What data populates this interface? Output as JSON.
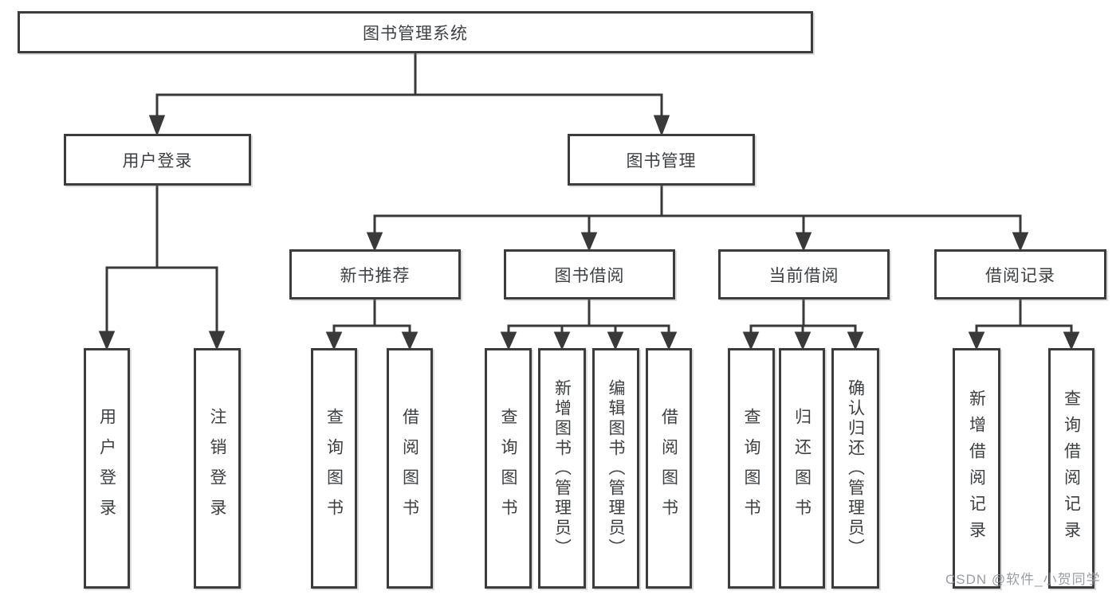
{
  "diagram": {
    "root": "图书管理系统",
    "branches": [
      {
        "label": "用户登录",
        "leaves": [
          "用户登录",
          "注销登录"
        ]
      },
      {
        "label": "图书管理",
        "children": [
          {
            "label": "新书推荐",
            "leaves": [
              "查询图书",
              "借阅图书"
            ]
          },
          {
            "label": "图书借阅",
            "leaves": [
              "查询图书",
              "新增图书（管理员）",
              "编辑图书（管理员）",
              "借阅图书"
            ]
          },
          {
            "label": "当前借阅",
            "leaves": [
              "查询图书",
              "归还图书",
              "确认归还（管理员）"
            ]
          },
          {
            "label": "借阅记录",
            "leaves": [
              "新增借阅记录",
              "查询借阅记录"
            ]
          }
        ]
      }
    ],
    "colors": {
      "line": "#393939",
      "box_border": "#3c3c3c",
      "text": "#3d4043",
      "background": "#ffffff",
      "watermark": "#94999f"
    }
  },
  "watermark": {
    "text": "CSDN @软件_小贺同学"
  }
}
